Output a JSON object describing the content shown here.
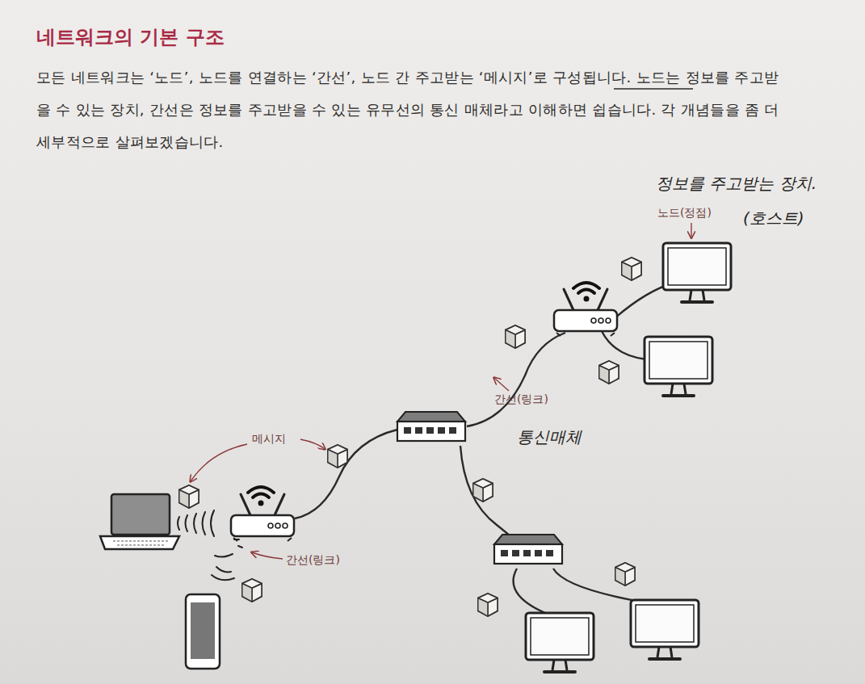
{
  "diagram": {
    "title": "네트워크의 기본 구조",
    "labels": [
      "모든 네트워크는 ‘노드’, 노드를 연결하는 ‘간선’, 노드 간 주고받는 ‘메시지’로 구성됩니다. 노드는 정보를 주고받을 수 있는 장치, 간선은 정보를 주고받을 수 있는 유무선의 통신 매체라고 이해하면 쉽습니다. 각 개념들을 좀 더 세부적으로 살펴보겠습니다.",
      "정보를 주고받는 장치.",
      "노드(정점)",
      "(호스트)",
      "간선(링크)",
      "통신매체",
      "메시지",
      "간선(링크)"
    ]
  }
}
